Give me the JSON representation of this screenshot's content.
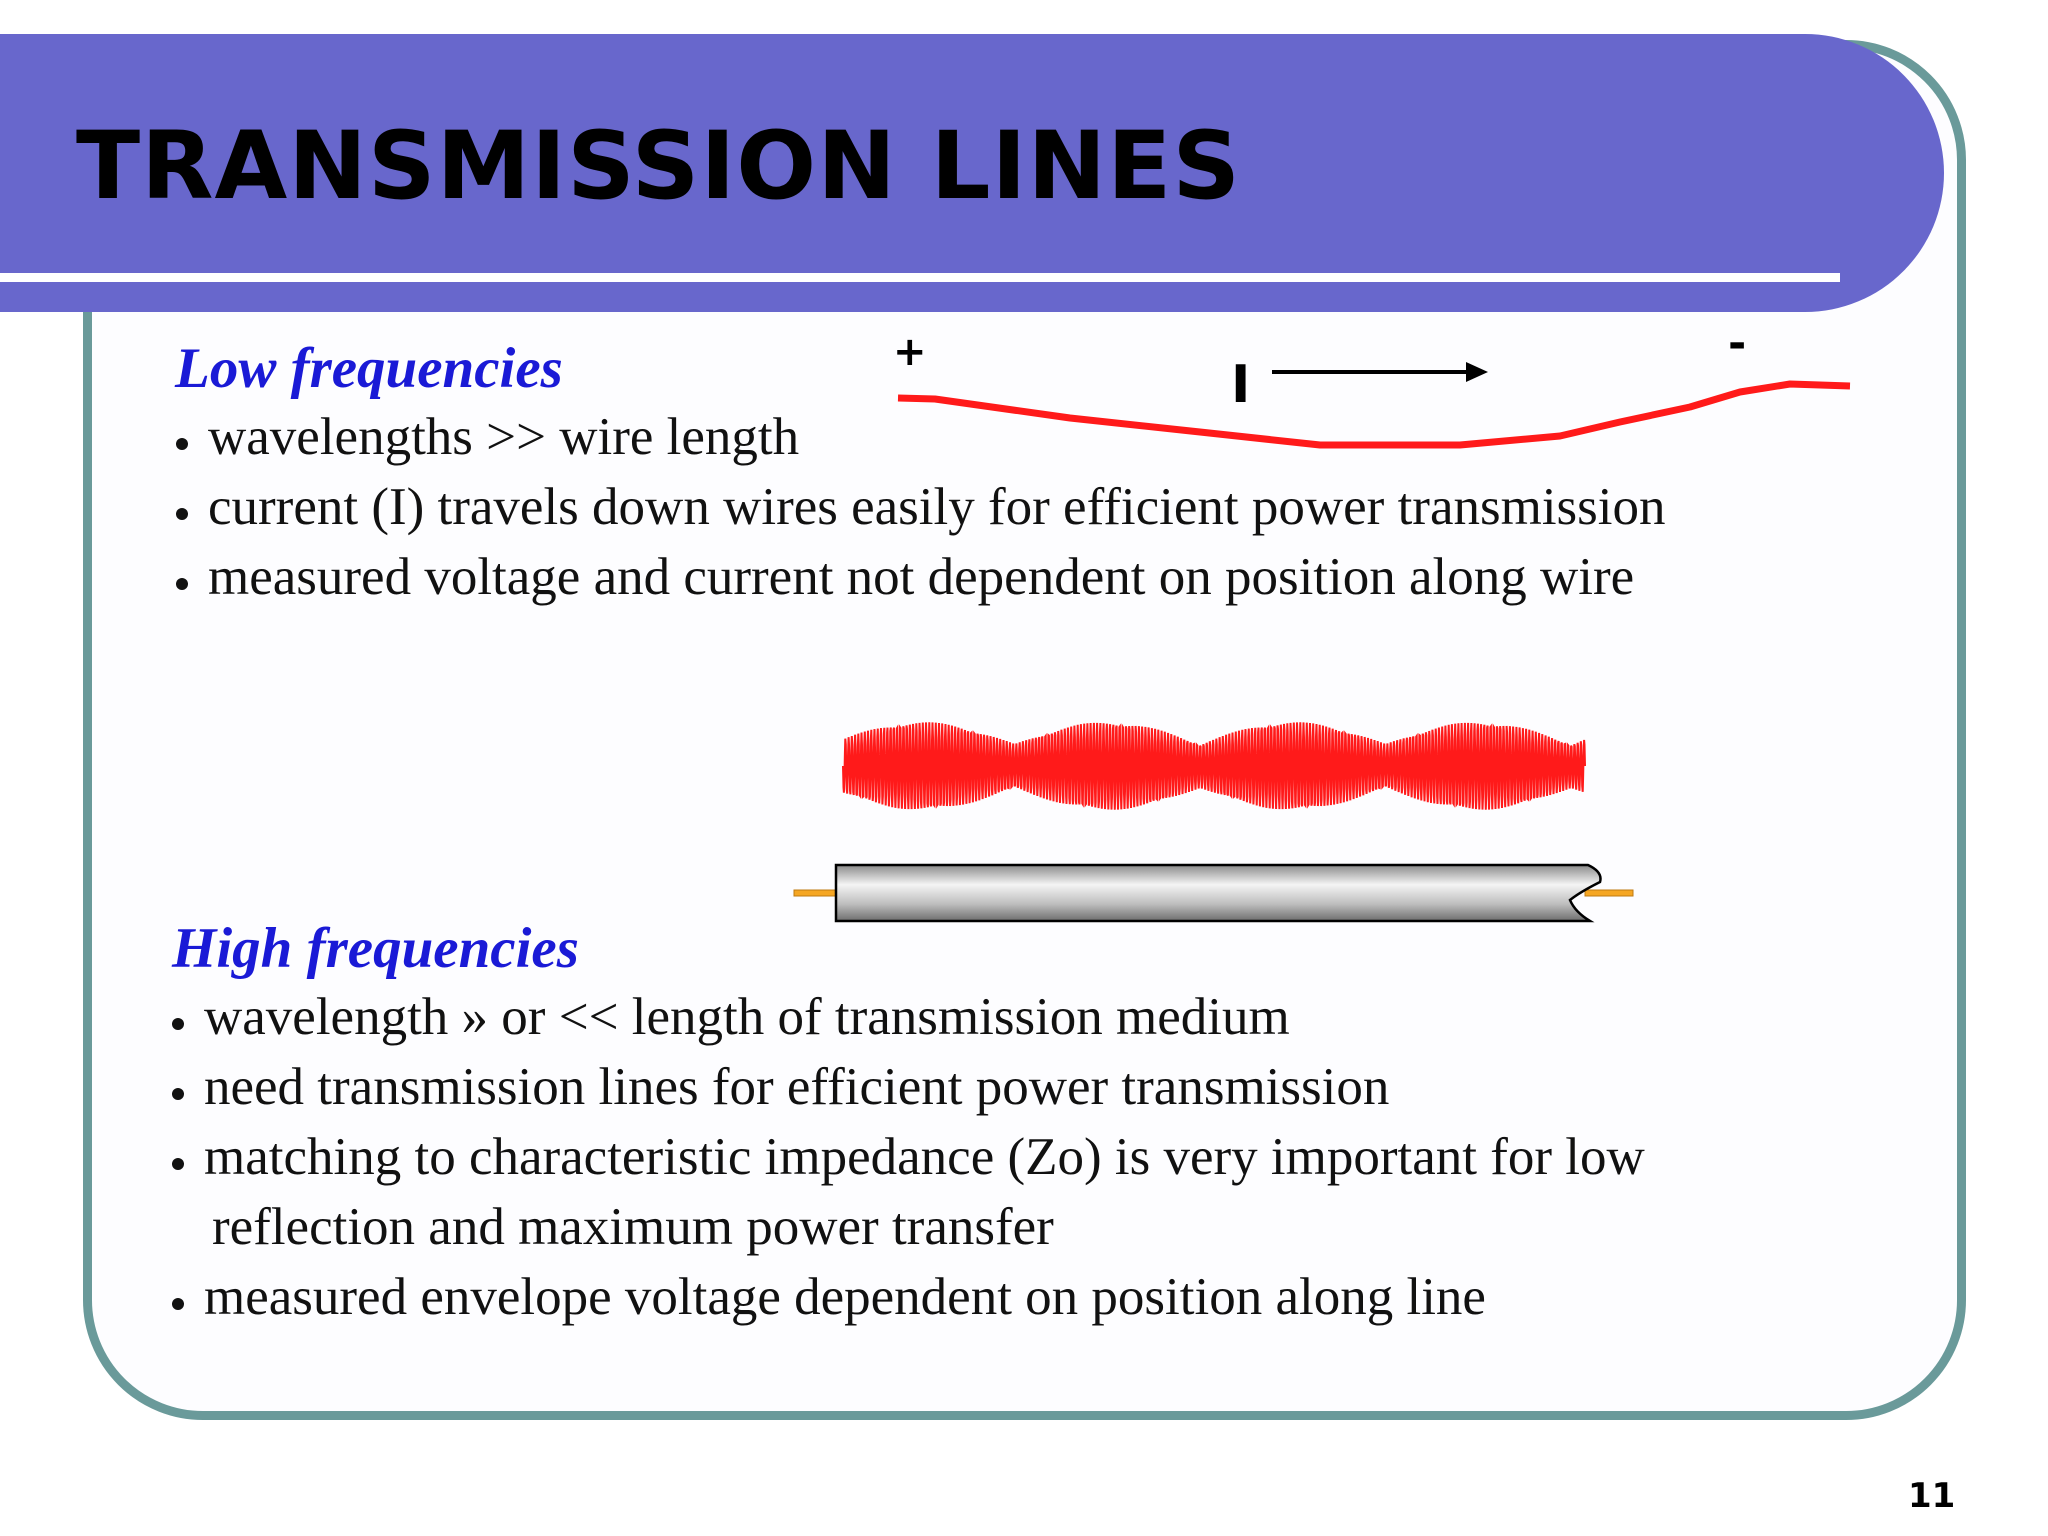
{
  "slide": {
    "title": "TRANSMISSION LINES",
    "page_number": "11",
    "colors": {
      "header": "#6867cc",
      "frame": "#6a9a9a",
      "heading": "#1a1ad6",
      "wave": "#ff1a1a"
    }
  },
  "low_frequency": {
    "heading": "Low frequencies",
    "bullets": [
      "wavelengths >> wire length",
      "current (I) travels down wires easily for efficient power transmission",
      "measured voltage and current not dependent on position along wire"
    ],
    "diagram": {
      "plus_label": "+",
      "minus_label": "-",
      "current_label": "I"
    }
  },
  "high_frequency": {
    "heading": "High frequencies",
    "bullets": [
      {
        "text": "wavelength » or <<  length of transmission medium"
      },
      {
        "text": "need transmission lines for efficient power transmission"
      },
      {
        "text": "matching to characteristic impedance (Zo) is very important for low",
        "continuation": "reflection and maximum power transfer"
      },
      {
        "text": "measured envelope voltage dependent on position along line"
      }
    ]
  }
}
